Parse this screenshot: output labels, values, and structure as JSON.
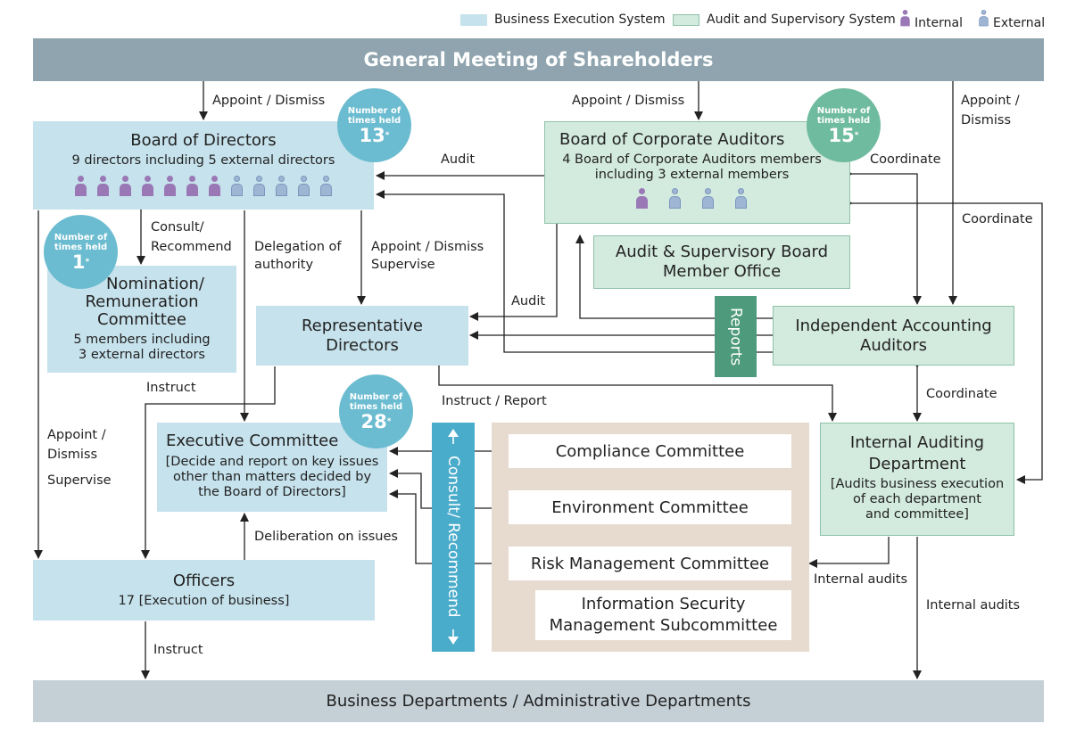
{
  "legend": {
    "business_execution": "Business Execution System",
    "audit_supervisory": "Audit and Supervisory System",
    "internal": "Internal",
    "external": "External",
    "colors": {
      "business": "#c6e2ec",
      "audit": "#d3eadf",
      "internal": "#9a78b6",
      "external": "#9eb6d4"
    }
  },
  "general_meeting": "General Meeting of Shareholders",
  "board_of_directors": {
    "title": "Board of Directors",
    "subtitle": "9 directors including 5 external directors",
    "times_label": "Number of times held",
    "times": "13",
    "mark": "*",
    "internal_count": 7,
    "external_count": 5
  },
  "board_of_auditors": {
    "title": "Board of Corporate Auditors",
    "subtitle_line1": "4 Board of Corporate Auditors members",
    "subtitle_line2": "including 3 external members",
    "times_label": "Number of times held",
    "times": "15",
    "mark": "*",
    "internal_count": 1,
    "external_count": 3
  },
  "audit_office": {
    "line1": "Audit & Supervisory Board",
    "line2": "Member Office"
  },
  "nomination": {
    "line1": "Nomination/",
    "line2": "Remuneration",
    "line3": "Committee",
    "sub1": "5 members including",
    "sub2": "3 external directors",
    "times_label": "Number of times held",
    "times": "1",
    "mark": "*"
  },
  "representative": {
    "line1": "Representative",
    "line2": "Directors"
  },
  "accounting_auditors": {
    "line1": "Independent Accounting",
    "line2": "Auditors"
  },
  "reports": "Reports",
  "executive": {
    "title": "Executive Committee",
    "sub1": "[Decide and report on key issues",
    "sub2": "other than matters decided by",
    "sub3": "the Board of Directors]",
    "times_label": "Number of times held",
    "times": "28",
    "mark": "*"
  },
  "consult_recommend": "Consult/ Recommend",
  "committees": {
    "compliance": "Compliance Committee",
    "environment": "Environment Committee",
    "risk": "Risk Management Committee",
    "infosec1": "Information Security",
    "infosec2": "Management Subcommittee"
  },
  "internal_auditing": {
    "line1": "Internal Auditing",
    "line2": "Department",
    "sub1": "[Audits business execution",
    "sub2": "of each department",
    "sub3": "and committee]"
  },
  "officers": {
    "title": "Officers",
    "sub": "17 [Execution of business]"
  },
  "business_departments": "Business Departments / Administrative Departments",
  "labels": {
    "appoint_dismiss_1": "Appoint / Dismiss",
    "appoint_dismiss_2": "Appoint / Dismiss",
    "appoint_3a": "Appoint /",
    "appoint_3b": "Dismiss",
    "audit_1": "Audit",
    "audit_2": "Audit",
    "coordinate_1": "Coordinate",
    "coordinate_2": "Coordinate",
    "coordinate_3": "Coordinate",
    "consult_a": "Consult/",
    "consult_b": "Recommend",
    "delegation_a": "Delegation of",
    "delegation_b": "authority",
    "appoint_sup_a": "Appoint / Dismiss",
    "appoint_sup_b": "Supervise",
    "instruct_1": "Instruct",
    "instruct_report": "Instruct / Report",
    "left_appoint_a": "Appoint /",
    "left_appoint_b": "Dismiss",
    "supervise": "Supervise",
    "deliberation": "Deliberation on issues",
    "instruct_2": "Instruct",
    "internal_audits_1": "Internal audits",
    "internal_audits_2": "Internal audits"
  }
}
